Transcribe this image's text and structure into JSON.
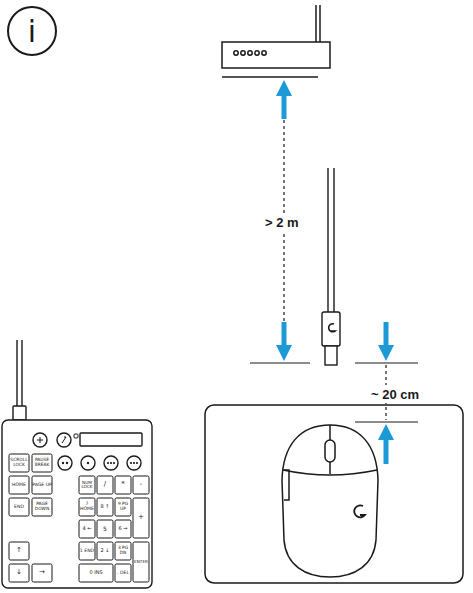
{
  "diagram": {
    "labels": [
      "i",
      "> 2 m",
      "~ 20 cm",
      "SCROLL LOCK",
      "PAUSE BREAK",
      "HOME",
      "PAGE UP",
      "NUM LOCK",
      "/",
      "*",
      "-",
      "END",
      "PAGE DOWN",
      "7 HOME",
      "8 ↑",
      "9 PG UP",
      "+",
      "4 ←",
      "5",
      "6 →",
      "↑",
      "1 END",
      "2 ↓",
      "3 PG DN",
      "ENTER",
      "↓",
      "→",
      "0 INS",
      ". DEL"
    ]
  }
}
